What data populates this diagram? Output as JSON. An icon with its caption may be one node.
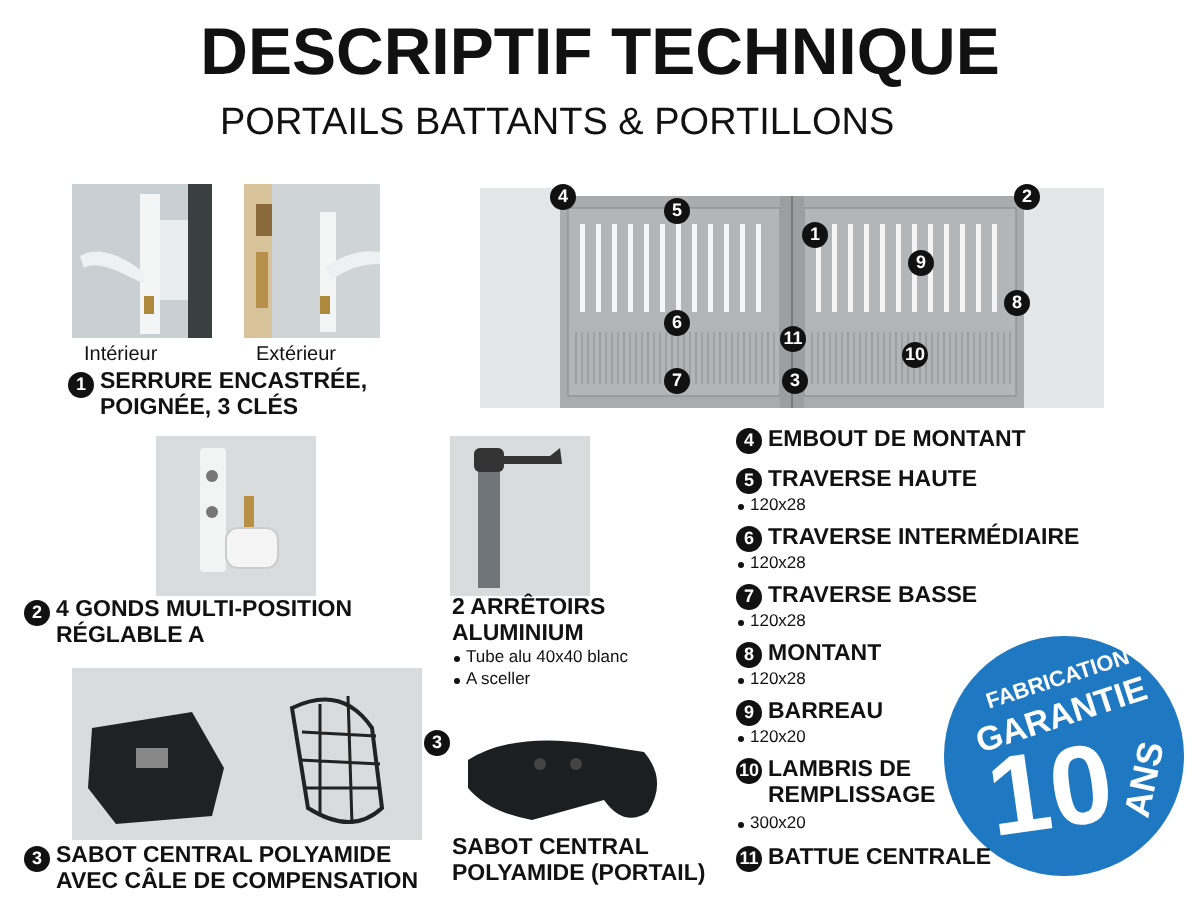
{
  "diagram": {
    "title": "DESCRIPTIF TECHNIQUE",
    "labels": [
      "PORTAILS BATTANTS & PORTILLONS",
      "Intérieur",
      "Extérieur",
      "1",
      "SERRURE ENCASTRÉE, POIGNÉE, 3 CLÉS",
      "4",
      "5",
      "1",
      "2",
      "9",
      "8",
      "6",
      "11",
      "10",
      "7",
      "3",
      "2",
      "4 GONDS MULTI-POSITION RÉGLABLE A",
      "2 ARRÊTOIRS ALUMINIUM",
      "Tube alu 40x40 blanc",
      "A sceller",
      "4",
      "EMBOUT DE MONTANT",
      "5",
      "TRAVERSE HAUTE",
      "120x28",
      "6",
      "TRAVERSE INTERMÉDIAIRE",
      "120x28",
      "7",
      "TRAVERSE BASSE",
      "120x28",
      "8",
      "MONTANT",
      "120x28",
      "9",
      "BARREAU",
      "120x20",
      "10",
      "LAMBRIS DE REMPLISSAGE",
      "300x20",
      "3",
      "SABOT CENTRAL POLYAMIDE AVEC CÂLE DE COMPENSATION",
      "3",
      "SABOT CENTRAL POLYAMIDE (PORTAIL)",
      "11",
      "BATTUE CENTRALE",
      "FABRICATION",
      "GARANTIE",
      "10",
      "ANS"
    ]
  }
}
